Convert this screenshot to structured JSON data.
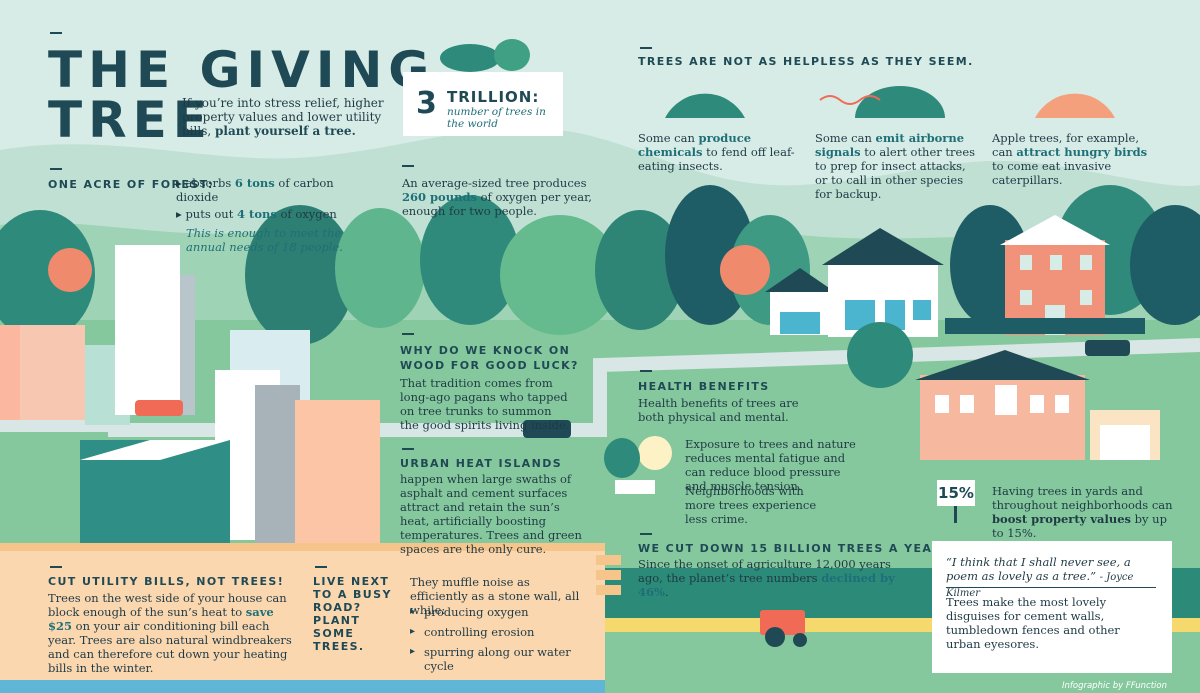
{
  "title": {
    "line1": "THE GIVING",
    "line2": "TREE"
  },
  "intro": {
    "text": "If you’re into stress relief, higher property values and lower utility bills,",
    "bold": "plant yourself a tree."
  },
  "trillion": {
    "number": "3",
    "word": "TRILLION:",
    "caption": "number of trees in the world"
  },
  "acre": {
    "heading": "ONE ACRE OF FOREST:",
    "b1_pre": "absorbs ",
    "b1_num": "6 tons",
    "b1_post": " of carbon dioxide",
    "b2_pre": "puts out ",
    "b2_num": "4 tons",
    "b2_post": " of oxygen",
    "note": "This is enough to meet the annual needs of 18 people."
  },
  "oxygen": {
    "pre": "An average-sized tree produces",
    "num": "260 pounds",
    "post": " of oxygen per year, enough for two people."
  },
  "helpless": {
    "heading": "TREES ARE NOT AS HELPLESS AS THEY SEEM.",
    "c1_pre": "Some can ",
    "c1_bold": "produce chemicals",
    "c1_post": " to fend off leaf-eating insects.",
    "c2_pre": "Some can ",
    "c2_bold": "emit airborne signals",
    "c2_post": " to alert other trees to prep for insect attacks, or to call in other species for backup.",
    "c3_pre": "Apple trees, for example, can ",
    "c3_bold": "attract hungry birds",
    "c3_post": " to come eat invasive caterpillars."
  },
  "knock": {
    "heading": "WHY DO WE KNOCK ON WOOD FOR GOOD LUCK?",
    "body": "That tradition comes from long-ago pagans who tapped on tree trunks to summon the good spirits living inside."
  },
  "heat": {
    "heading": "URBAN HEAT ISLANDS",
    "body": "happen when large swaths of asphalt and cement surfaces attract and retain the sun’s heat, artificially boosting temperatures. Trees and green spaces are the only cure."
  },
  "health": {
    "heading": "HEALTH BENEFITS",
    "intro": "Health benefits of trees are both physical and mental.",
    "p1": "Exposure to trees and nature reduces mental fatigue and can reduce blood pressure and muscle tension.",
    "p2": "Neighborhoods with more trees experience less crime."
  },
  "property": {
    "badge": "15%",
    "pre": "Having trees in yards and throughout neighborhoods can ",
    "bold": "boost property values",
    "post": " by up to 15%."
  },
  "cutdown": {
    "heading": "WE CUT DOWN 15 BILLION TREES A YEAR.",
    "pre": "Since the onset of agriculture 12,000 years ago, the planet’s tree numbers ",
    "bold": "declined by 46%",
    "post": "."
  },
  "quote": {
    "text": "“I think that I shall never see, a poem as lovely as a tree.”",
    "author": "- Joyce Kilmer",
    "body": "Trees make the most lovely disguises for cement walls, tumbledown fences and other urban eyesores."
  },
  "utility": {
    "heading": "CUT UTILITY BILLS, NOT TREES!",
    "pre": "Trees on the west side of your house can block enough of the sun’s heat to ",
    "bold": "save $25",
    "post": " on your air conditioning bill each year. Trees are also natural windbreakers and can therefore cut down your heating bills in the winter."
  },
  "road": {
    "heading": "LIVE NEXT TO A BUSY ROAD? PLANT SOME TREES.",
    "intro": "They muffle noise as efficiently as a stone wall, all while:",
    "items": [
      "producing oxygen",
      "controlling erosion",
      "spurring along our water cycle"
    ]
  },
  "credit": "Infographic by FFunction",
  "colors": {
    "teal_dark": "#1f4a55",
    "teal": "#1e6f77",
    "green": "#7cc49a",
    "salmon": "#f08a6d",
    "peach": "#fbd7b0"
  }
}
